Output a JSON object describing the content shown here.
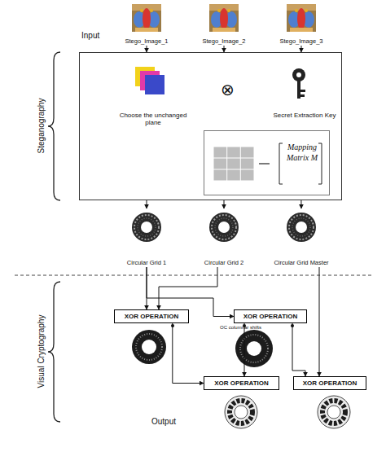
{
  "diagram": {
    "nodes": [
      {
        "text": [
          "Stego_Image_1"
        ]
      },
      {
        "text": [
          "Stego_Image_2"
        ]
      },
      {
        "text": [
          "Stego_Image_3"
        ]
      },
      {
        "text": [
          "Choose the unchanged plane",
          "Secret Extraction Key"
        ]
      },
      {
        "text": [
          "Mapping Matrix M"
        ],
        "in": 3
      },
      {
        "text": [
          "Circular Grid 1"
        ]
      },
      {
        "text": [
          "Circular Grid 2"
        ]
      },
      {
        "text": [
          "Circular Grid Master"
        ]
      },
      {
        "text": [
          "XOR OPERATION"
        ]
      },
      {
        "text": [
          "XOR OPERATION"
        ]
      },
      {
        "text": [
          "XOR OPERATION"
        ]
      },
      {
        "text": [
          "XOR OPERATION"
        ]
      }
    ],
    "edges": [
      {
        "from": 0,
        "to": 3,
        "arrow": "to"
      },
      {
        "from": 1,
        "to": 3,
        "arrow": "to"
      },
      {
        "from": 2,
        "to": 3,
        "arrow": "to"
      },
      {
        "from": 3,
        "to": 5,
        "arrow": "to"
      },
      {
        "from": 3,
        "to": 6,
        "arrow": "to"
      },
      {
        "from": 3,
        "to": 7,
        "arrow": "to"
      },
      {
        "from": 5,
        "to": 8,
        "arrow": "to"
      },
      {
        "from": 6,
        "to": 8,
        "arrow": "to"
      },
      {
        "from": 5,
        "to": 9,
        "arrow": "to"
      },
      {
        "from": 7,
        "to": 11,
        "arrow": "to"
      },
      {
        "from": 8,
        "to": 10,
        "arrow": "to"
      },
      {
        "from": 9,
        "to": 10,
        "arrow": "to"
      },
      {
        "from": 9,
        "to": 11,
        "arrow": "to"
      }
    ],
    "labels": [
      "Input",
      "Steganography",
      "Visual Cryptography",
      "Output",
      "OC columnar shifts",
      "⊗"
    ]
  }
}
